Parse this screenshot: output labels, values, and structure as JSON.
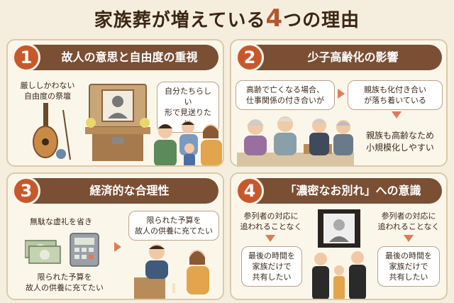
{
  "title": {
    "prefix": "家族葬が増えている",
    "number": "4",
    "suffix": "つの理由"
  },
  "panels": [
    {
      "number": "1",
      "heading": "故人の意思と自由度の重視",
      "texts": [
        "厳ししかわない\n自由度の祭壇",
        "自分たちらしい\n形で見送りたい"
      ]
    },
    {
      "number": "2",
      "heading": "少子高齢化の影響",
      "texts": [
        "高齢で亡くなる場合、\n仕事関係の付き合いが",
        "親族も化付き合い\nが落ち着いている",
        "親族も高齢なため\n小規模化しやすい"
      ]
    },
    {
      "number": "3",
      "heading": "経済的な合理性",
      "texts": [
        "無駄な虚礼を省き",
        "限られた予算を\n故人の供養に充てたい",
        "限られた予算を\n故人の供養に充てたい"
      ]
    },
    {
      "number": "4",
      "heading": "「濃密なお別れ」への意識",
      "texts": [
        "参列者の対応に\n追われることなく",
        "最後の時間を\n家族だけで\n共有したい",
        "参列者の対応に\n追われることなく",
        "最後の時間を\n家族だけで\n共有したい"
      ]
    }
  ],
  "colors": {
    "accent": "#c8582c",
    "header": "#7a4f34",
    "background": "#f5eedf",
    "arrow": "#e07a5a"
  }
}
